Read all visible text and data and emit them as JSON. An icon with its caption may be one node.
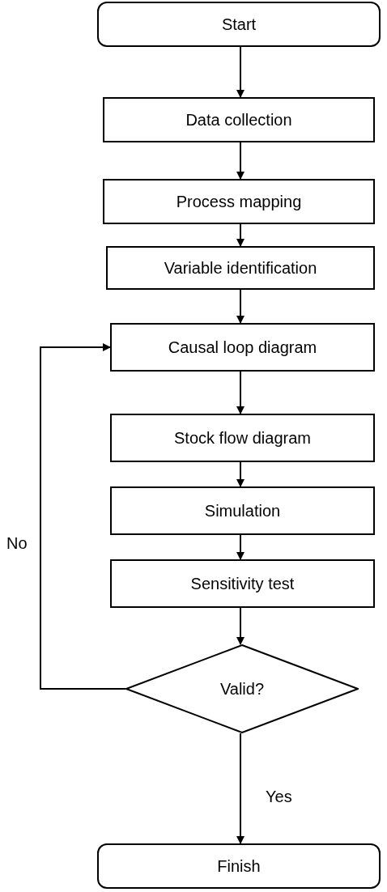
{
  "diagram": {
    "nodes": [
      {
        "text": [
          "Start"
        ]
      },
      {
        "text": [
          "Data collection"
        ]
      },
      {
        "text": [
          "Process mapping"
        ]
      },
      {
        "text": [
          "Variable identification"
        ]
      },
      {
        "text": [
          "Causal loop diagram"
        ]
      },
      {
        "text": [
          "Stock flow diagram"
        ]
      },
      {
        "text": [
          "Simulation"
        ]
      },
      {
        "text": [
          "Sensitivity test"
        ]
      },
      {
        "text": [
          "Valid?"
        ]
      },
      {
        "text": [
          "Finish"
        ]
      }
    ],
    "edges": [
      {
        "from": 0,
        "to": 1,
        "arrow": "to"
      },
      {
        "from": 1,
        "to": 2,
        "arrow": "to"
      },
      {
        "from": 2,
        "to": 3,
        "arrow": "to"
      },
      {
        "from": 3,
        "to": 4,
        "arrow": "to"
      },
      {
        "from": 4,
        "to": 5,
        "arrow": "to"
      },
      {
        "from": 5,
        "to": 6,
        "arrow": "to"
      },
      {
        "from": 6,
        "to": 7,
        "arrow": "to"
      },
      {
        "from": 7,
        "to": 8,
        "arrow": "to"
      },
      {
        "from": 8,
        "to": 9,
        "arrow": "to",
        "label": "Yes"
      },
      {
        "from": 8,
        "to": 4,
        "arrow": "to",
        "label": "No"
      }
    ]
  }
}
